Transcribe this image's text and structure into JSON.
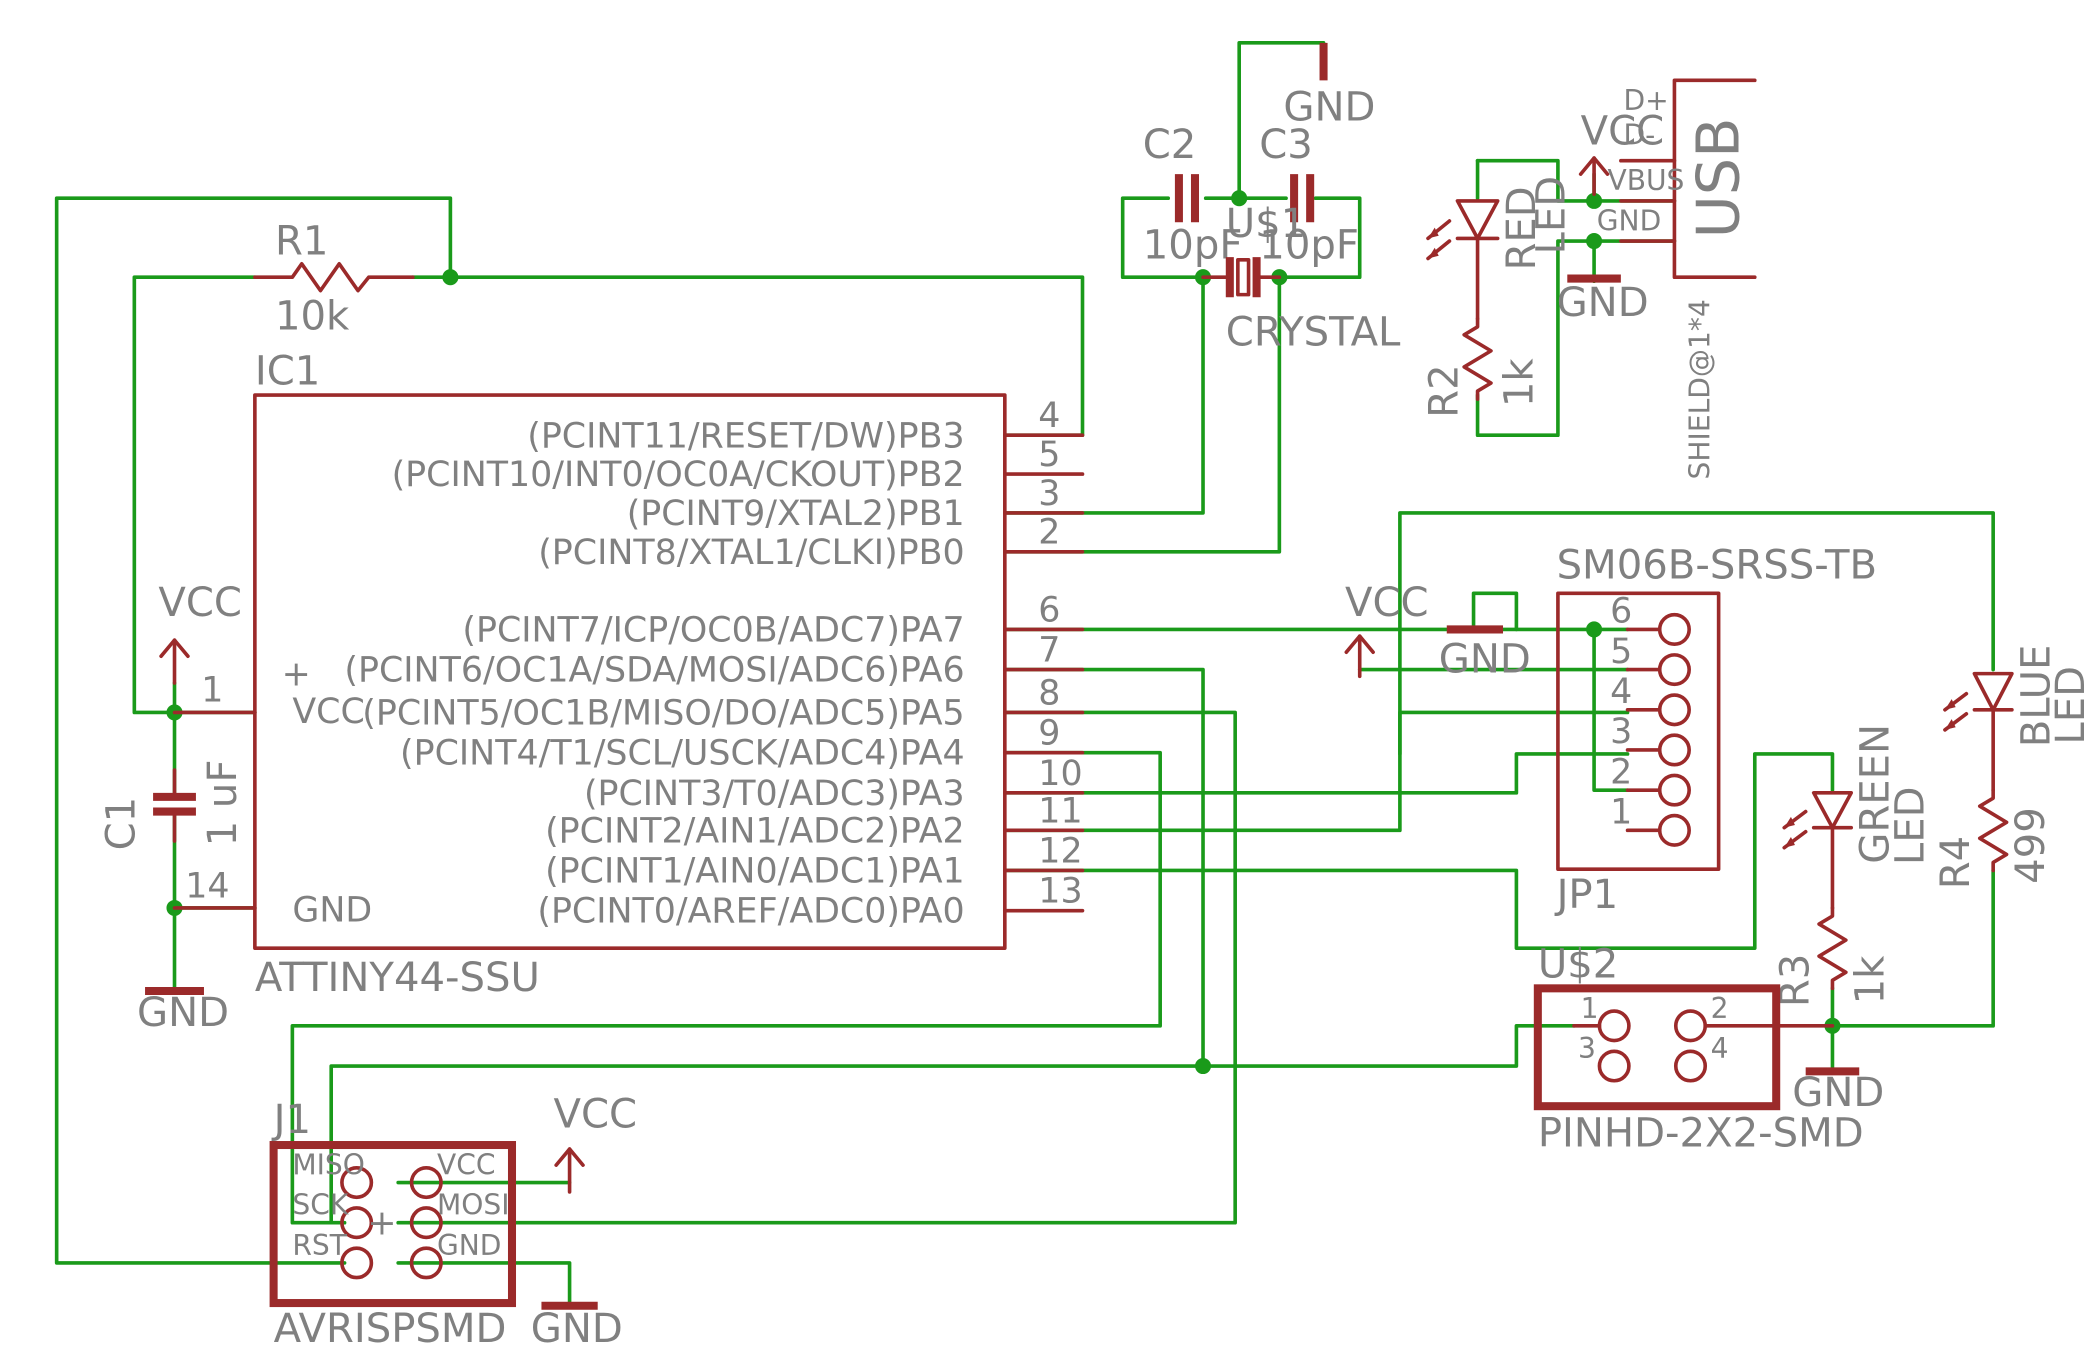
{
  "ic1": {
    "name": "IC1",
    "value": "ATTINY44-SSU",
    "vcc_pin": "1",
    "vcc_label": "VCC",
    "gnd_pin": "14",
    "gnd_label": "GND",
    "pins": [
      {
        "num": "4",
        "label": "(PCINT11/RESET/DW)PB3"
      },
      {
        "num": "5",
        "label": "(PCINT10/INT0/OC0A/CKOUT)PB2"
      },
      {
        "num": "3",
        "label": "(PCINT9/XTAL2)PB1"
      },
      {
        "num": "2",
        "label": "(PCINT8/XTAL1/CLKI)PB0"
      },
      {
        "num": "6",
        "label": "(PCINT7/ICP/OC0B/ADC7)PA7"
      },
      {
        "num": "7",
        "label": "(PCINT6/OC1A/SDA/MOSI/ADC6)PA6"
      },
      {
        "num": "8",
        "label": "(PCINT5/OC1B/MISO/DO/ADC5)PA5"
      },
      {
        "num": "9",
        "label": "(PCINT4/T1/SCL/USCK/ADC4)PA4"
      },
      {
        "num": "10",
        "label": "(PCINT3/T0/ADC3)PA3"
      },
      {
        "num": "11",
        "label": "(PCINT2/AIN1/ADC2)PA2"
      },
      {
        "num": "12",
        "label": "(PCINT1/AIN0/ADC1)PA1"
      },
      {
        "num": "13",
        "label": "(PCINT0/AREF/ADC0)PA0"
      }
    ]
  },
  "r1": {
    "name": "R1",
    "value": "10k"
  },
  "r2": {
    "name": "R2",
    "value": "1k"
  },
  "r3": {
    "name": "R3",
    "value": "1k"
  },
  "r4": {
    "name": "R4",
    "value": "499"
  },
  "c1": {
    "name": "C1",
    "value": "1 uF"
  },
  "c2": {
    "name": "C2",
    "value": "10pF"
  },
  "c3": {
    "name": "C3",
    "value": "10pF"
  },
  "crystal": {
    "name": "U$1",
    "value": "CRYSTAL"
  },
  "usb": {
    "name": "USB",
    "value": "SHIELD@1*4",
    "pins": [
      "D+",
      "D-",
      "VBUS",
      "GND"
    ]
  },
  "led_red": {
    "line1": "RED",
    "line2": "LED"
  },
  "led_green": {
    "line1": "GREEN",
    "line2": "LED"
  },
  "led_blue": {
    "line1": "BLUE",
    "line2": "LED"
  },
  "jp1": {
    "name": "JP1",
    "value": "SM06B-SRSS-TB",
    "pins": [
      "6",
      "5",
      "4",
      "3",
      "2",
      "1"
    ]
  },
  "u2": {
    "name": "U$2",
    "value": "PINHD-2X2-SMD",
    "pins": [
      "1",
      "2",
      "3",
      "4"
    ]
  },
  "j1": {
    "name": "J1",
    "value": "AVRISPSMD",
    "pins": [
      "MISO",
      "VCC",
      "SCK",
      "MOSI",
      "RST",
      "GND"
    ]
  },
  "power": {
    "vcc": "VCC",
    "gnd": "GND"
  }
}
